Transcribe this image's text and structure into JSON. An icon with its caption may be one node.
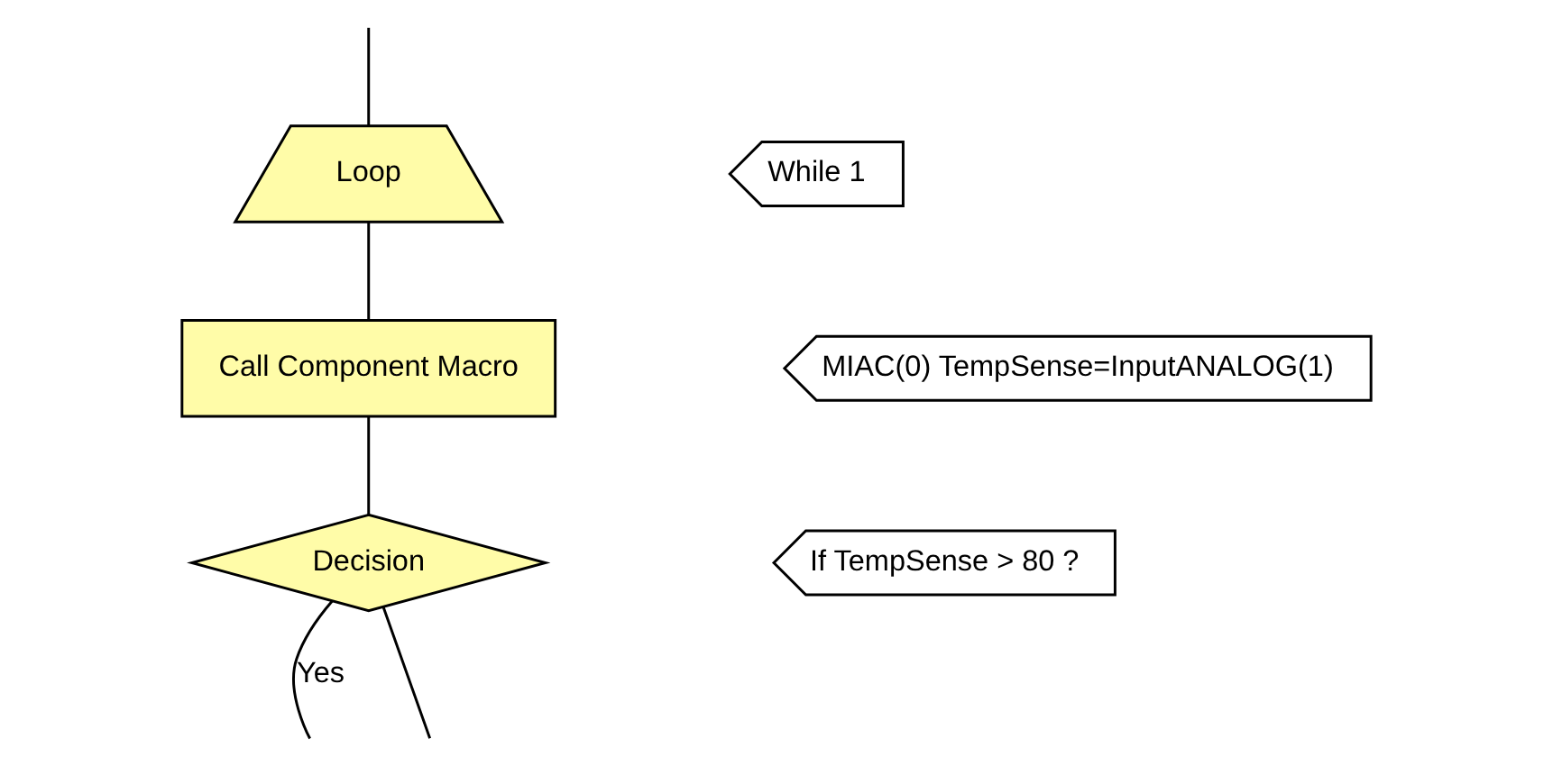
{
  "diagram": {
    "nodes": [
      {
        "text": [
          "Loop"
        ]
      },
      {
        "text": [
          "While 1"
        ]
      },
      {
        "text": [
          "Call Component Macro"
        ]
      },
      {
        "text": [
          "MIAC(0) TempSense=InputANALOG(1)"
        ]
      },
      {
        "text": [
          "Decision"
        ]
      },
      {
        "text": [
          "If TempSense > 80 ?"
        ]
      }
    ],
    "edges": [
      {
        "from": null,
        "to": 0,
        "arrow": "none"
      },
      {
        "from": 0,
        "to": 2,
        "arrow": "none"
      },
      {
        "from": 2,
        "to": 4,
        "arrow": "none"
      },
      {
        "from": 4,
        "to": null,
        "label": "Yes",
        "arrow": "none"
      },
      {
        "from": 4,
        "to": null,
        "arrow": "none"
      }
    ]
  }
}
